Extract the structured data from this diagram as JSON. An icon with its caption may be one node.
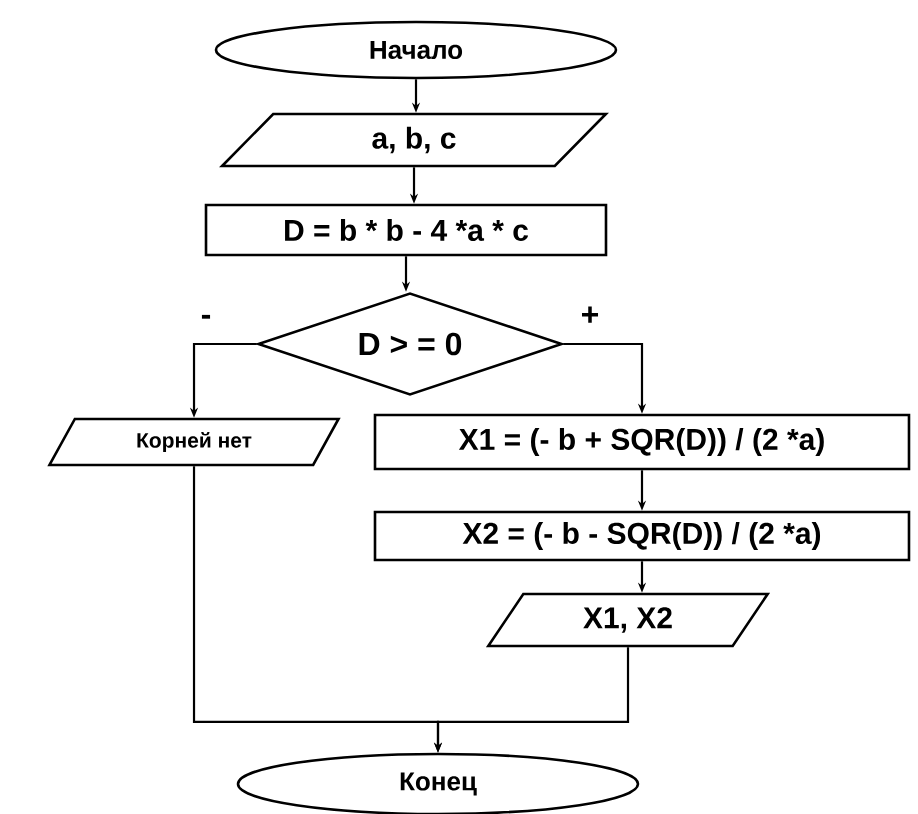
{
  "diagram": {
    "nodes": [
      {
        "text": [
          "Начало"
        ]
      },
      {
        "text": [
          "a, b, c"
        ]
      },
      {
        "text": [
          "D = b * b - 4 *a * c"
        ]
      },
      {
        "text": [
          "D > = 0"
        ]
      },
      {
        "text": [
          "Корней нет"
        ]
      },
      {
        "text": [
          "X1 = (- b + SQR(D)) / (2 *a)"
        ]
      },
      {
        "text": [
          "X2 = (- b - SQR(D)) / (2 *a)"
        ]
      },
      {
        "text": [
          "X1, X2"
        ]
      },
      {
        "text": [
          "Конец"
        ]
      }
    ],
    "edges": [
      {
        "from": 0,
        "to": 1,
        "arrow": "to"
      },
      {
        "from": 1,
        "to": 2,
        "arrow": "to"
      },
      {
        "from": 2,
        "to": 3,
        "arrow": "to"
      },
      {
        "from": 3,
        "to": 4,
        "arrow": "to",
        "label": "-"
      },
      {
        "from": 3,
        "to": 5,
        "arrow": "to",
        "label": "+"
      },
      {
        "from": 5,
        "to": 6,
        "arrow": "to"
      },
      {
        "from": 6,
        "to": 7,
        "arrow": "to"
      },
      {
        "from": 4,
        "to": 8,
        "arrow": "to"
      },
      {
        "from": 7,
        "to": 8,
        "arrow": "to"
      }
    ]
  }
}
